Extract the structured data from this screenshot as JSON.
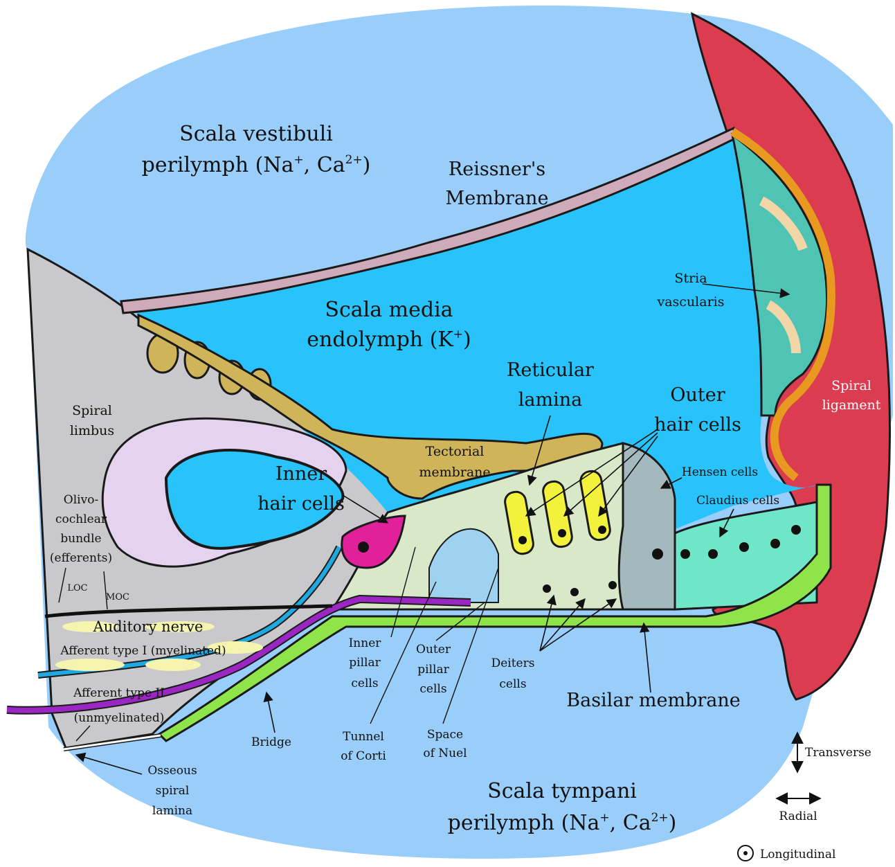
{
  "colors": {
    "scala_vestibuli": "#99cdfa",
    "scala_media": "#28c3fa",
    "scala_tympani": "#99cdfa",
    "spiral_ligament": "#dc3c50",
    "stria_vascularis": "#4fc4b4",
    "tectorial_membrane": "#cfb45a",
    "basilar_membrane": "#8fe44a",
    "inner_hair_cell": "#e0219a",
    "outer_hair_cell": "#f2f23c",
    "spiral_limbus": "#c9c9cc",
    "reissners_membrane": "#cfaab8",
    "afferent_type_1": "#1fa9e0",
    "afferent_type_2": "#9b27c2",
    "claudius_cells": "#70e6c8",
    "hensen_cells": "#a4b9bd",
    "limbus_epithelium": "#e4d2ee"
  },
  "labels": {
    "scala_vestibuli": {
      "line1": "Scala vestibuli",
      "line2_pre": "perilymph (Na",
      "sup1": "+",
      "mid": ", Ca",
      "sup2": "2+",
      "post": ")"
    },
    "reissners": {
      "line1": "Reissner's",
      "line2": "Membrane"
    },
    "scala_media": {
      "line1": "Scala media",
      "line2_pre": "endolymph (K",
      "sup": "+",
      "post": ")"
    },
    "stria": {
      "line1": "Stria",
      "line2": "vascularis"
    },
    "spiral_ligament": {
      "line1": "Spiral",
      "line2": "ligament"
    },
    "reticular_lamina": {
      "line1": "Reticular",
      "line2": "lamina"
    },
    "outer_hair_cells": {
      "line1": "Outer",
      "line2": "hair cells"
    },
    "spiral_limbus": {
      "line1": "Spiral",
      "line2": "limbus"
    },
    "tectorial": {
      "line1": "Tectorial",
      "line2": "membrane"
    },
    "inner_hair_cells": {
      "line1": "Inner",
      "line2": "hair cells"
    },
    "hensen": "Hensen cells",
    "claudius": "Claudius cells",
    "olivo": {
      "line1": "Olivo-",
      "line2": "cochlear",
      "line3": "bundle",
      "line4": "(efferents)"
    },
    "loc": "LOC",
    "moc": "MOC",
    "auditory_nerve": "Auditory nerve",
    "afferent_1": "Afferent type I (myelinated)",
    "afferent_2": {
      "line1": "Afferent type II",
      "line2": "(unmyelinated)"
    },
    "inner_pillar": {
      "line1": "Inner",
      "line2": "pillar",
      "line3": "cells"
    },
    "outer_pillar": {
      "line1": "Outer",
      "line2": "pillar",
      "line3": "cells"
    },
    "deiters": {
      "line1": "Deiters",
      "line2": "cells"
    },
    "basilar": "Basilar membrane",
    "bridge": "Bridge",
    "tunnel": {
      "line1": "Tunnel",
      "line2": "of Corti"
    },
    "nuel": {
      "line1": "Space",
      "line2": "of Nuel"
    },
    "osseous": {
      "line1": "Osseous",
      "line2": "spiral",
      "line3": "lamina"
    },
    "scala_tympani": {
      "line1": "Scala tympani",
      "line2_pre": "perilymph (Na",
      "sup1": "+",
      "mid": ", Ca",
      "sup2": "2+",
      "post": ")"
    },
    "transverse": "Transverse",
    "radial": "Radial",
    "longitudinal": "Longitudinal"
  }
}
